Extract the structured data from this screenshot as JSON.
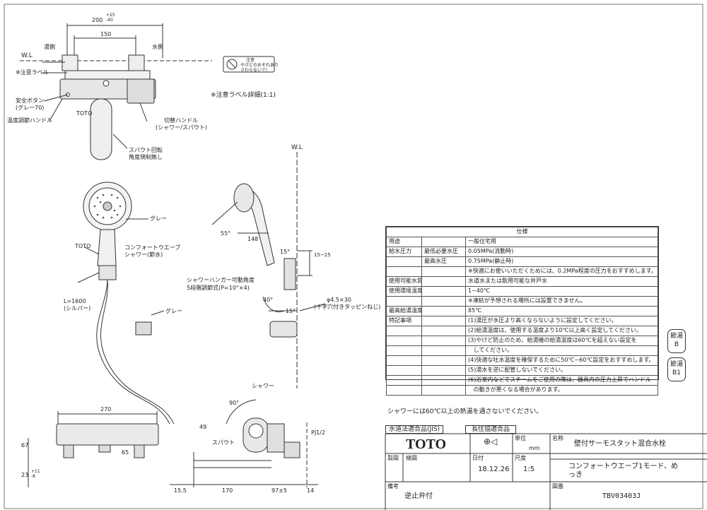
{
  "top_view": {
    "dim_top": "200",
    "dim_top_tol": "+25\n-40",
    "dim_150": "150",
    "wl": "W.L",
    "hot_side": "湯側",
    "cold_side": "水側",
    "caution_label": "※注意ラベル",
    "safety_button": "安全ボタン",
    "safety_button_color": "(グレー70)",
    "temp_handle": "温度調節ハンドル",
    "toto_mark": "TOTO",
    "switch_handle": "切替ハンドル",
    "switch_handle_sub": "(シャワー/スパウト)",
    "spout_rotation": "スパウト回転",
    "spout_rotation_sub": "角度規制無し",
    "caution_detail": "※注意ラベル詳細(1:1)",
    "caution_sticker_title": "注意",
    "caution_sticker_text1": "やけどのおそれあり",
    "caution_sticker_text2": "さわらないで!"
  },
  "shower": {
    "gray": "グレー",
    "toto": "TOTO",
    "comfort_wave": "コンフォートウエーブ",
    "shower_part": "シャワー(節水)",
    "hose_len": "L=1600",
    "hose_color": "(シルバー)",
    "gray2": "グレー"
  },
  "side_view": {
    "wl": "W.L",
    "angle55": "55°",
    "dim148": "148",
    "angle15": "15°",
    "dim15_25": "15~25",
    "hanger_angle": "シャワーハンガー可動角度",
    "hanger_steps": "5段階調節式(P=10°×4)",
    "angle40": "40°",
    "angle15b": "15°",
    "screw": "φ4.5×30",
    "screw_sub": "(十字穴付きタッピンねじ)"
  },
  "front_view": {
    "dim270": "270",
    "dim67": "67",
    "dim23": "23",
    "dim23_tol": "+11\n-8",
    "dim65": "65",
    "shower": "シャワー",
    "angle90": "90°",
    "dim49": "49",
    "spout": "スパウト",
    "pj": "PJ1/2",
    "dim15_5": "15.5",
    "dim170": "170",
    "dim97": "97±5",
    "dim14": "14"
  },
  "spec": {
    "title": "仕様",
    "rows": [
      {
        "c1": "用途",
        "c2": "",
        "c3": "一般住宅用"
      },
      {
        "c1": "給水圧力",
        "c2": "最低必要水圧",
        "c3": "0.05MPa(流動時)"
      },
      {
        "c1": "",
        "c2": "最高水圧",
        "c3": "0.75MPa(静止時)"
      },
      {
        "c1": "",
        "c2": "",
        "c3": "※快適にお使いいただくためには、0.2MPa程度の圧力をおすすめします。"
      },
      {
        "c1": "使用可能水質",
        "c2": "",
        "c3": "水道水または飲用可能な井戸水"
      },
      {
        "c1": "使用環境温度",
        "c2": "",
        "c3": "1~40℃"
      },
      {
        "c1": "",
        "c2": "",
        "c3": "※凍結が予想される場所には設置できません。"
      },
      {
        "c1": "最高給湯温度",
        "c2": "",
        "c3": "85℃"
      },
      {
        "c1": "特記事項",
        "c2": "",
        "c3": "(1)湯圧が水圧より高くならないように設定してください。"
      },
      {
        "c1": "",
        "c2": "",
        "c3": "(2)給湯温度は、使用する温度より10℃以上高く設定してください。"
      },
      {
        "c1": "",
        "c2": "",
        "c3": "(3)やけど防止のため、給湯機の給湯温度は60℃を超えない設定を"
      },
      {
        "c1": "",
        "c2": "",
        "c3": "   してください。"
      },
      {
        "c1": "",
        "c2": "",
        "c3": "(4)快適な吐水温度を確保するために50℃~60℃設定をおすすめします。"
      },
      {
        "c1": "",
        "c2": "",
        "c3": "(5)湯水を逆に配管しないでください。"
      },
      {
        "c1": "",
        "c2": "",
        "c3": "(6)浴室内などでスチームをご使用の際は、器具内の圧力上昇でハンドル"
      },
      {
        "c1": "",
        "c2": "",
        "c3": "   の動きが悪くなる場合があります。"
      }
    ]
  },
  "notes": {
    "shower_warning": "シャワーには60℃以上の熱湯を通さないでください。",
    "jis": "水道法適合品(JIS)",
    "long_life": "長住協適合品"
  },
  "badges": {
    "b1_top": "節湯",
    "b1_bottom": "B",
    "b2_top": "節湯",
    "b2_bottom": "B1"
  },
  "title_block": {
    "brand": "TOTO",
    "unit_label": "単位",
    "unit": "mm",
    "name_label": "名称",
    "name": "壁付サーモスタット混合水栓",
    "drawn_label": "製図",
    "check_label": "検図",
    "date_label": "日付",
    "date": "18.12.26",
    "scale_label": "尺度",
    "scale": "1:5",
    "model_desc1": "コンフォートウエーブ1モード、め",
    "model_desc2": "っき",
    "remarks_label": "備考",
    "remarks": "逆止弁付",
    "drawing_no_label": "図番",
    "drawing_no": "TBV03403J"
  },
  "colors": {
    "line": "#333333",
    "fill": "#dddddd"
  }
}
